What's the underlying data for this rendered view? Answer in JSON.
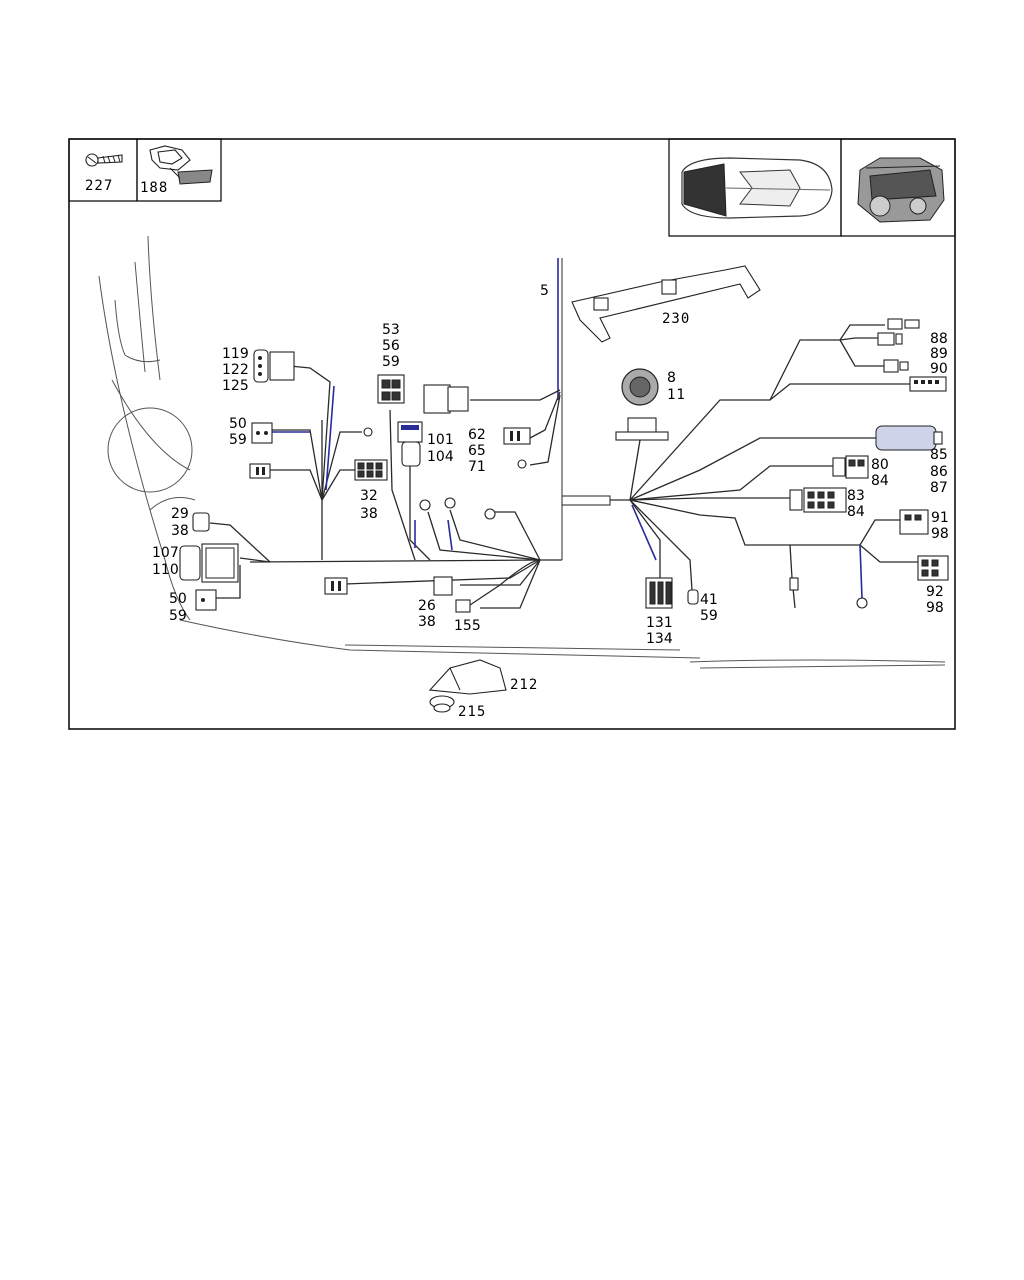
{
  "header_parts": {
    "screw": "227",
    "clip": "188"
  },
  "thumbnails": {
    "car_icon": "car-top-view",
    "engine_icon": "engine-block"
  },
  "callouts": {
    "c5": "5",
    "c230": "230",
    "c8_11": [
      "8",
      "11"
    ],
    "c88_90": [
      "88",
      "89",
      "90"
    ],
    "c85_87": [
      "85",
      "86",
      "87"
    ],
    "c80_84": [
      "80",
      "84"
    ],
    "c83_84": [
      "83",
      "84"
    ],
    "c91_98": [
      "91",
      "98"
    ],
    "c92_98": [
      "92",
      "98"
    ],
    "c41_59": [
      "41",
      "59"
    ],
    "c131_134": [
      "131",
      "134"
    ],
    "c155": "155",
    "c26_38": [
      "26",
      "38"
    ],
    "c62_71": [
      "62",
      "65",
      "71"
    ],
    "c101_104": [
      "101",
      "104"
    ],
    "c53_59": [
      "53",
      "56",
      "59"
    ],
    "c119_125": [
      "119",
      "122",
      "125"
    ],
    "c50_59_top": [
      "50",
      "59"
    ],
    "c32_38": [
      "32",
      "38"
    ],
    "c29_38": [
      "29",
      "38"
    ],
    "c107_110": [
      "107",
      "110"
    ],
    "c50_59_bottom": [
      "50",
      "59"
    ],
    "c212": "212",
    "c215": "215"
  }
}
